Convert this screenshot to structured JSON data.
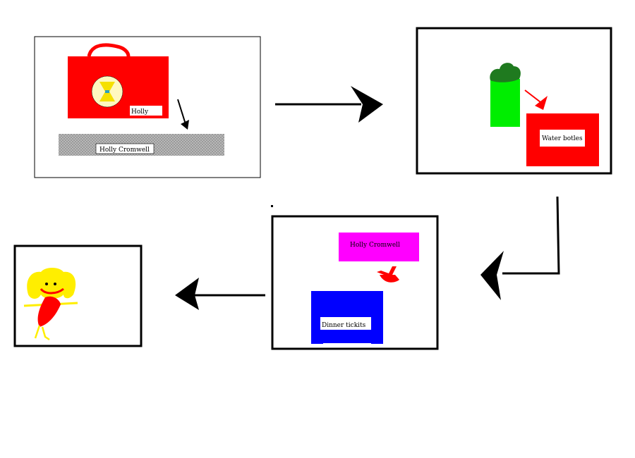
{
  "panels": {
    "lunchbox": {
      "tag_label": "Holly",
      "shelf_label": "Holly Cromwell",
      "box_color": "#ff0000",
      "shelf_color": "#999999"
    },
    "bottles": {
      "box_label": "Water botles",
      "bottle_color": "#00ee00",
      "cap_color": "#1f7a1f",
      "box_color": "#ff0000"
    },
    "tickets": {
      "name_label": "Holly Cromwell",
      "box_label": "Dinner tickits",
      "name_color": "#ff00ff",
      "box_color": "#0000ff"
    },
    "girl": {
      "hair_color": "#ffee00",
      "dress_color": "#ff0000"
    }
  }
}
